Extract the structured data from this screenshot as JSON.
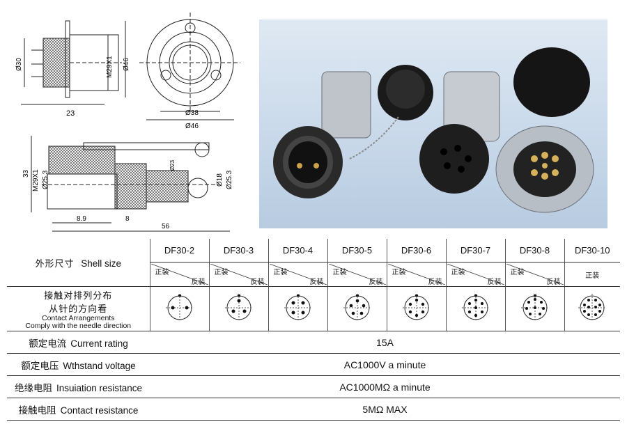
{
  "drawing": {
    "side_view": {
      "dia30": "Ø30",
      "thread": "M29X1",
      "dia46": "Ø46",
      "len23": "23"
    },
    "front_view": {
      "dia38": "Ø38",
      "dia46": "Ø46"
    },
    "plug_view": {
      "h33": "33",
      "thread": "M29X1",
      "dia25_3_left": "Ø25.3",
      "dia23": "Ø23",
      "dia18": "Ø18",
      "dia25_3_right": "Ø25.3",
      "len8_9": "8.9",
      "len8": "8",
      "len56": "56"
    }
  },
  "table": {
    "shell_size_label_cn": "外形尺寸",
    "shell_size_label_en": "Shell size",
    "models": [
      "DF30-2",
      "DF30-3",
      "DF30-4",
      "DF30-5",
      "DF30-6",
      "DF30-7",
      "DF30-8",
      "DF30-10"
    ],
    "mount_forward": "正装",
    "mount_reverse": "反装",
    "contact_label_cn1": "接触对排列分布",
    "contact_label_cn2": "从针的方向看",
    "contact_label_en1": "Contact Arrangements",
    "contact_label_en2": "Comply with the needle direction",
    "rows": [
      {
        "cn": "额定电流",
        "en": "Current rating",
        "value": "15A"
      },
      {
        "cn": "额定电压",
        "en": "Wthstand voltage",
        "value": "AC1000V a minute"
      },
      {
        "cn": "绝缘电阻",
        "en": "Insuiation resistance",
        "value": "AC1000MΩ  a minute"
      },
      {
        "cn": "接触电阻",
        "en": "Contact resistance",
        "value": "5MΩ  MAX"
      }
    ]
  }
}
